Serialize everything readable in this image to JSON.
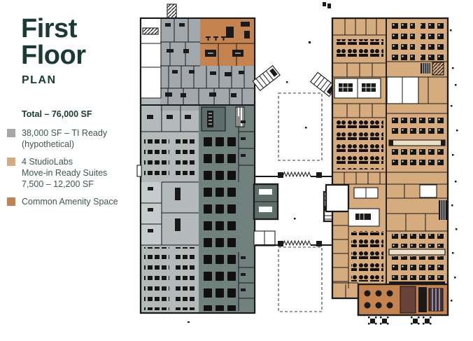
{
  "panel": {
    "title_lines": {
      "0": "First",
      "1": "Floor"
    },
    "subtitle": "PLAN",
    "total": "Total – 76,000 SF",
    "legend": [
      {
        "color": "#a2a8ab",
        "lines": [
          "38,000 SF – TI Ready",
          "(hypothetical)"
        ]
      },
      {
        "color": "#d6ab7d",
        "lines": [
          "4 StudioLabs",
          "Move-in Ready Suites",
          "7,500 – 12,200 SF"
        ]
      },
      {
        "color": "#c5834f",
        "lines": [
          "Common Amenity Space"
        ]
      }
    ]
  },
  "colors": {
    "title_text": "#1b3a35",
    "body_text": "#41564f",
    "ink": "#1a1a1a",
    "ti_ready_gray": "#a2a8ab",
    "lab_gray": "#b4b9ba",
    "office_slate": "#70807d",
    "slate_dark": "#5d6d6a",
    "studiolab_tan": "#d6ab7d",
    "amenity_orange": "#c5834f",
    "bar_brown": "#6a4338",
    "corridor_cream": "#ecdfc8"
  }
}
